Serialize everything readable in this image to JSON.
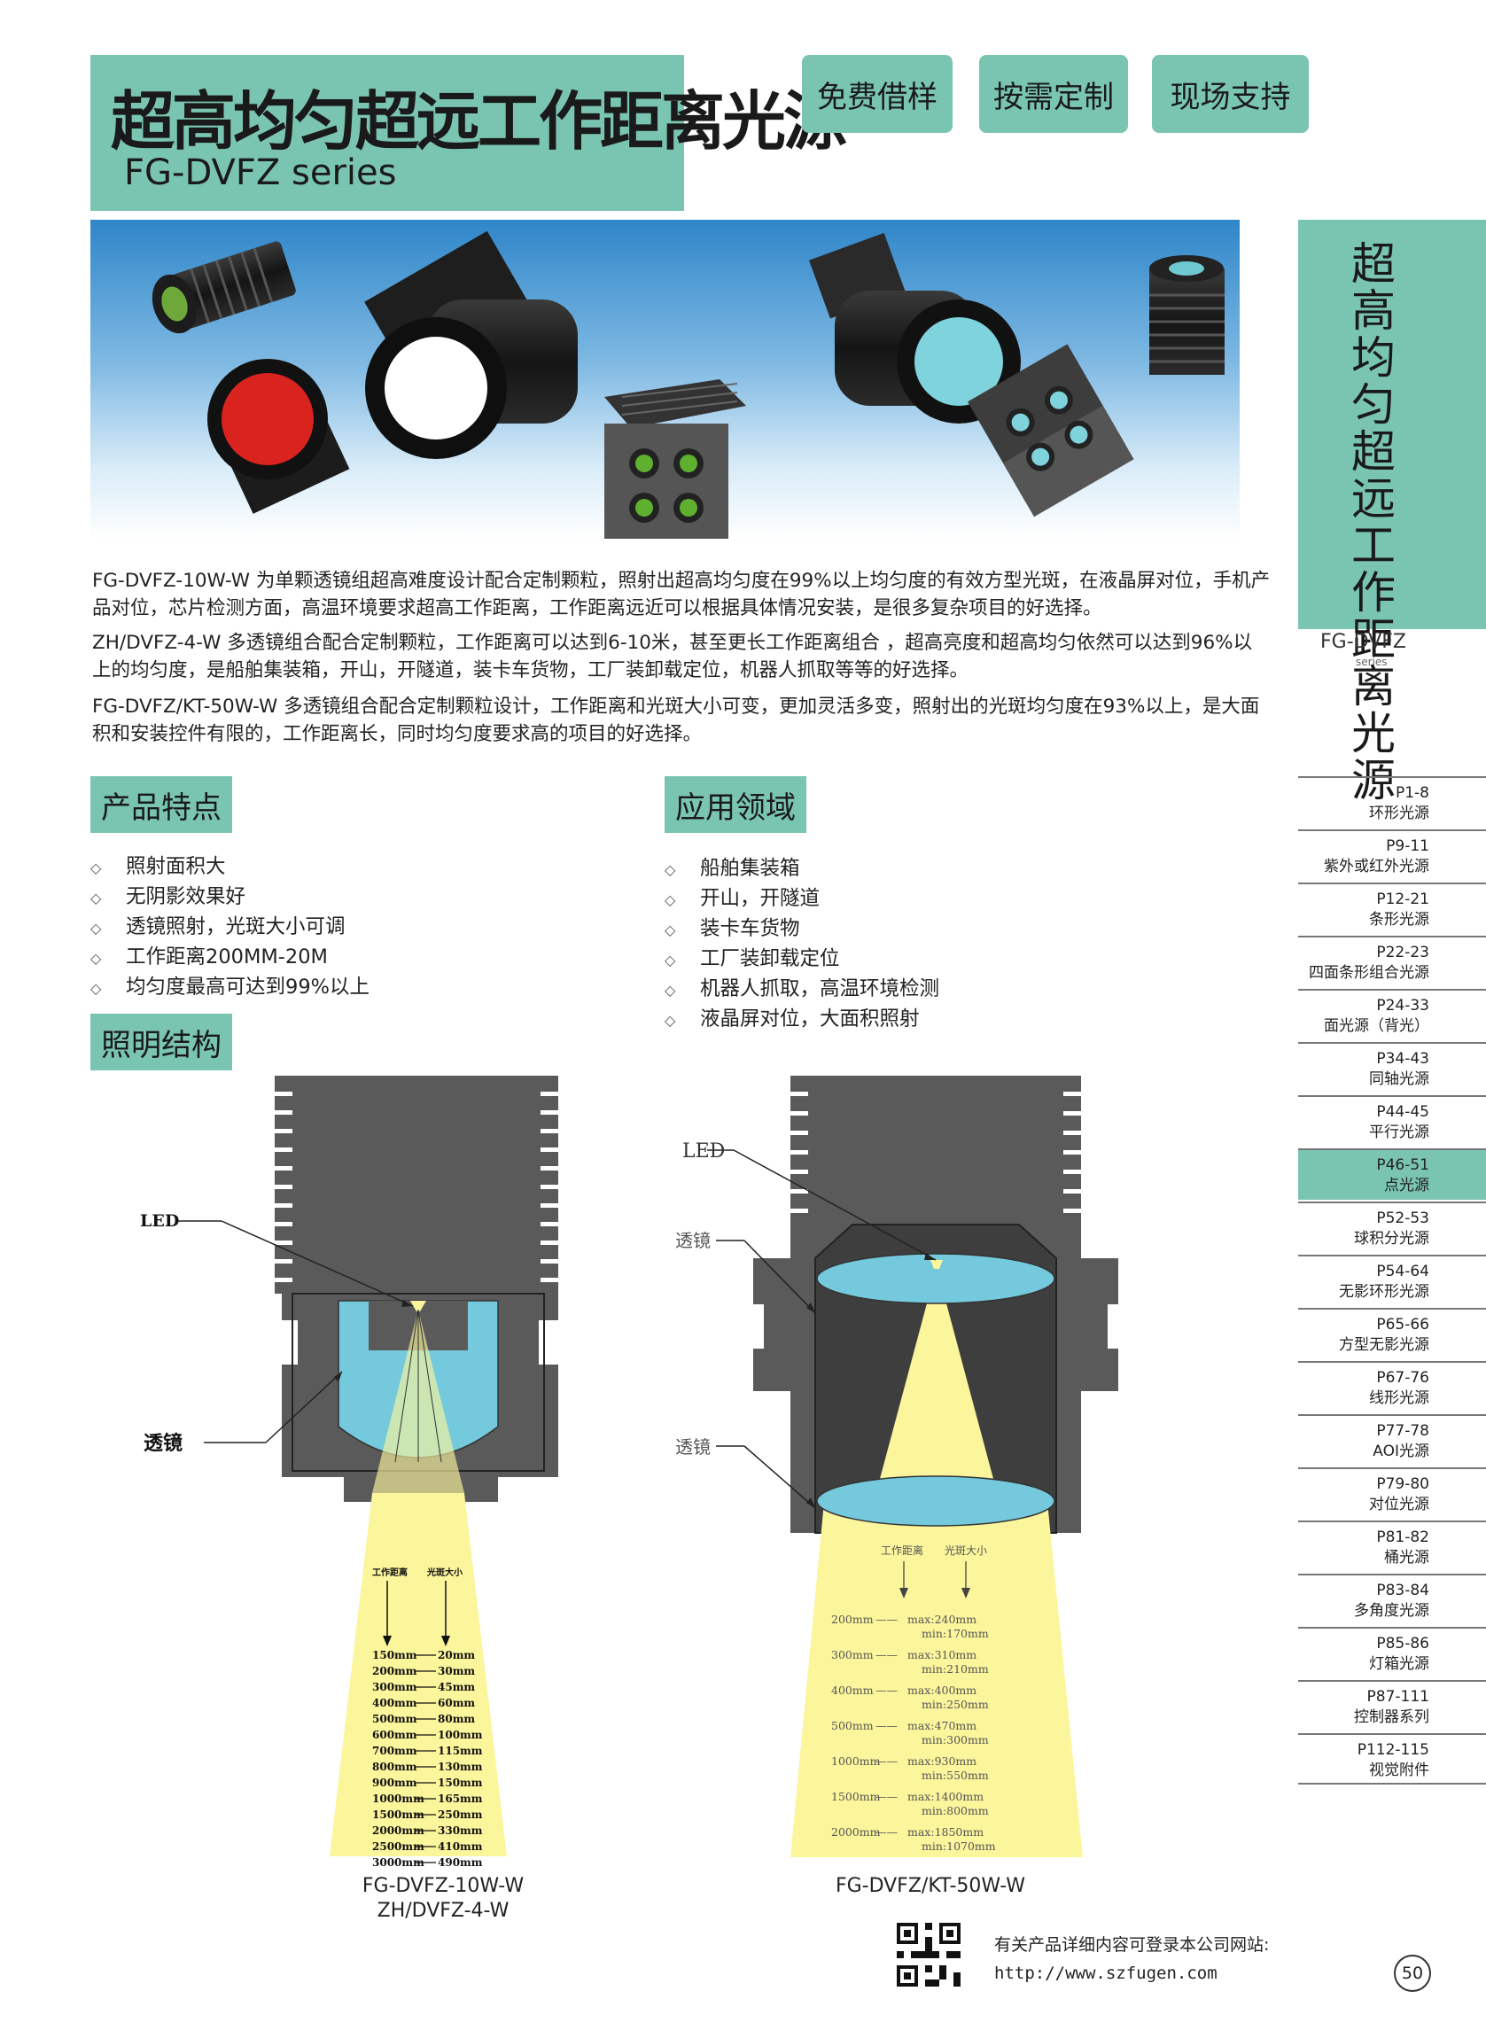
{
  "header": {
    "title": "超高均匀超远工作距离光源",
    "subtitle": "FG-DVFZ series",
    "buttons": [
      "免费借样",
      "按需定制",
      "现场支持"
    ]
  },
  "side_tab": {
    "title": "超高均匀超远工作距离光源",
    "series": "FG-DVFZ",
    "series_sub": "series"
  },
  "intro": [
    "FG-DVFZ-10W-W  为单颗透镜组超高难度设计配合定制颗粒，照射出超高均匀度在99%以上均匀度的有效方型光斑，在液晶屏对位，手机产品对位，芯片检测方面，高温环境要求超高工作距离，工作距离远近可以根据具体情况安装，是很多复杂项目的好选择。",
    "ZH/DVFZ-4-W   多透镜组合配合定制颗粒，工作距离可以达到6-10米，甚至更长工作距离组合 ，超高亮度和超高均匀依然可以达到96%以上的均匀度，是船舶集装箱，开山，开隧道，装卡车货物，工厂装卸载定位，机器人抓取等等的好选择。",
    "FG-DVFZ/KT-50W-W  多透镜组合配合定制颗粒设计，工作距离和光斑大小可变，更加灵活多变，照射出的光斑均匀度在93%以上，是大面积和安装控件有限的，工作距离长，同时均匀度要求高的项目的好选择。"
  ],
  "features": {
    "title": "产品特点",
    "items": [
      "照射面积大",
      "无阴影效果好",
      "透镜照射，光斑大小可调",
      "工作距离200MM-20M",
      "均匀度最高可达到99%以上"
    ]
  },
  "applications": {
    "title": "应用领域",
    "items": [
      "船舶集装箱",
      "开山，开隧道",
      "装卡车货物",
      "工厂装卸载定位",
      "机器人抓取，高温环境检测",
      "液晶屏对位，大面积照射"
    ]
  },
  "structure": {
    "title": "照明结构",
    "left": {
      "label_led": "LED",
      "label_lens": "透镜",
      "col_headers": [
        "工作距离",
        "光斑大小"
      ],
      "rows": [
        [
          "150mm",
          "20mm"
        ],
        [
          "200mm",
          "30mm"
        ],
        [
          "300mm",
          "45mm"
        ],
        [
          "400mm",
          "60mm"
        ],
        [
          "500mm",
          "80mm"
        ],
        [
          "600mm",
          "100mm"
        ],
        [
          "700mm",
          "115mm"
        ],
        [
          "800mm",
          "130mm"
        ],
        [
          "900mm",
          "150mm"
        ],
        [
          "1000mm",
          "165mm"
        ],
        [
          "1500mm",
          "250mm"
        ],
        [
          "2000mm",
          "330mm"
        ],
        [
          "2500mm",
          "410mm"
        ],
        [
          "3000mm",
          "490mm"
        ]
      ],
      "caption1": "FG-DVFZ-10W-W",
      "caption2": "ZH/DVFZ-4-W"
    },
    "right": {
      "label_led": "LED",
      "label_lens1": "透镜",
      "label_lens2": "透镜",
      "col_headers": [
        "工作距离",
        "光斑大小"
      ],
      "rows": [
        [
          "200mm",
          "240mm",
          "170mm"
        ],
        [
          "300mm",
          "310mm",
          "210mm"
        ],
        [
          "400mm",
          "400mm",
          "250mm"
        ],
        [
          "500mm",
          "470mm",
          "300mm"
        ],
        [
          "1000mm",
          "930mm",
          "550mm"
        ],
        [
          "1500mm",
          "1400mm",
          "800mm"
        ],
        [
          "2000mm",
          "1850mm",
          "1070mm"
        ]
      ],
      "caption": "FG-DVFZ/KT-50W-W"
    }
  },
  "nav": [
    {
      "pages": "P1-8",
      "name": "环形光源"
    },
    {
      "pages": "P9-11",
      "name": "紫外或红外光源"
    },
    {
      "pages": "P12-21",
      "name": "条形光源"
    },
    {
      "pages": "P22-23",
      "name": "四面条形组合光源"
    },
    {
      "pages": "P24-33",
      "name": "面光源（背光）"
    },
    {
      "pages": "P34-43",
      "name": "同轴光源"
    },
    {
      "pages": "P44-45",
      "name": "平行光源"
    },
    {
      "pages": "P46-51",
      "name": "点光源",
      "active": true
    },
    {
      "pages": "P52-53",
      "name": "球积分光源"
    },
    {
      "pages": "P54-64",
      "name": "无影环形光源"
    },
    {
      "pages": "P65-66",
      "name": "方型无影光源"
    },
    {
      "pages": "P67-76",
      "name": "线形光源"
    },
    {
      "pages": "P77-78",
      "name": "AOI光源"
    },
    {
      "pages": "P79-80",
      "name": "对位光源"
    },
    {
      "pages": "P81-82",
      "name": "桶光源"
    },
    {
      "pages": "P83-84",
      "name": "多角度光源"
    },
    {
      "pages": "P85-86",
      "name": "灯箱光源"
    },
    {
      "pages": "P87-111",
      "name": "控制器系列"
    },
    {
      "pages": "P112-115",
      "name": "视觉附件"
    }
  ],
  "footer": {
    "note": "有关产品详细内容可登录本公司网站:",
    "url": "http://www.szfugen.com",
    "page_number": "50"
  },
  "colors": {
    "accent": "#7ac5b2",
    "housing": "#5a5a5a",
    "lens": "#74c9dc",
    "beam": "#fbf59c"
  }
}
